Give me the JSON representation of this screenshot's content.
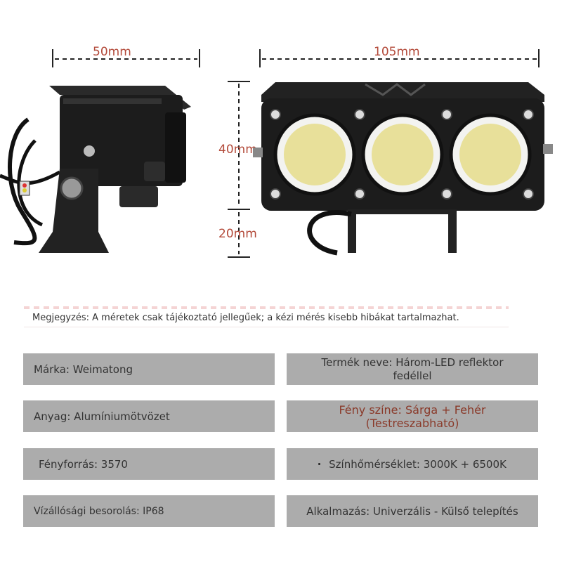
{
  "dimensions": {
    "width_side": "50mm",
    "width_front": "105mm",
    "height_body": "40mm",
    "height_bracket": "20mm"
  },
  "note": "Megjegyzés: A méretek csak tájékoztató jellegűek; a kézi mérés kisebb hibákat tartalmazhat.",
  "specs": {
    "brand": "Márka: Weimatong",
    "product_name": "Termék neve: Három-LED reflektor fedéllel",
    "material": "Anyag: Alumíniumötvözet",
    "light_color": "Fény színe: Sárga + Fehér (Testreszabható)",
    "light_source": "Fényforrás: 3570",
    "color_temp": "Színhőmérséklet: 3000K + 6500K",
    "waterproof": "Vízállósági besorolás: IP68",
    "application": "Alkalmazás: Univerzális - Külső telepítés"
  },
  "colors": {
    "spec_box_bg": "#acacac",
    "dimension_text": "#b34a3a",
    "accent_text": "#8a3a2a",
    "lamp_housing": "#1c1c1c",
    "lens_yellow": "#e8e09a"
  }
}
